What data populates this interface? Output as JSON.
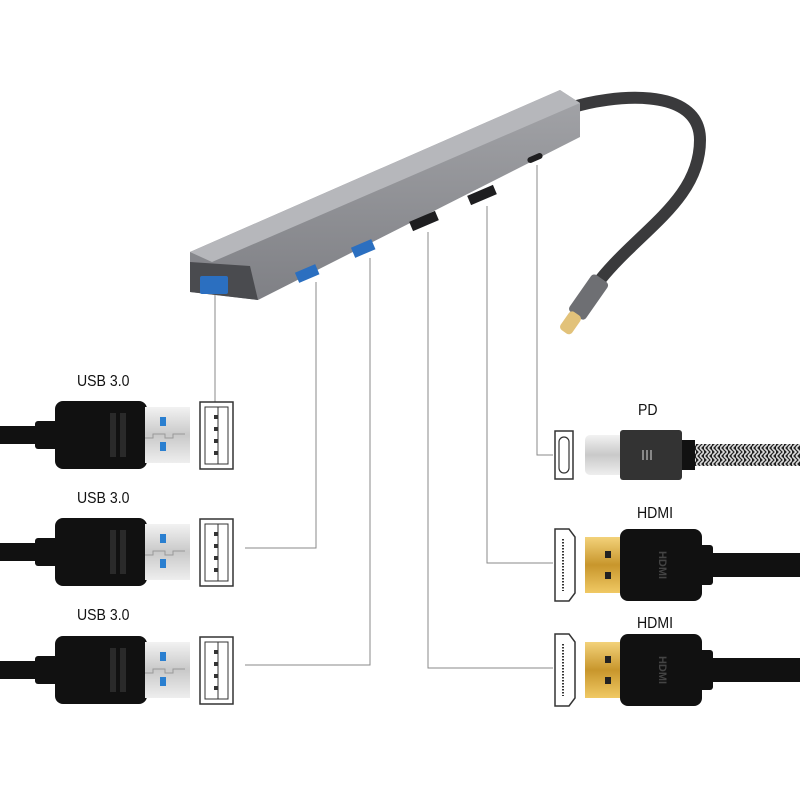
{
  "labels": {
    "usb1": "USB 3.0",
    "usb2": "USB 3.0",
    "usb3": "USB 3.0",
    "pd": "PD",
    "hdmi1": "HDMI",
    "hdmi2": "HDMI"
  },
  "plug_logo_text": "HDMI",
  "colors": {
    "hub_body": "#8e8f94",
    "cable": "#111111",
    "usb_blue": "#2a7fd0",
    "hdmi_gold": "#d6a63a",
    "line": "#888888"
  }
}
